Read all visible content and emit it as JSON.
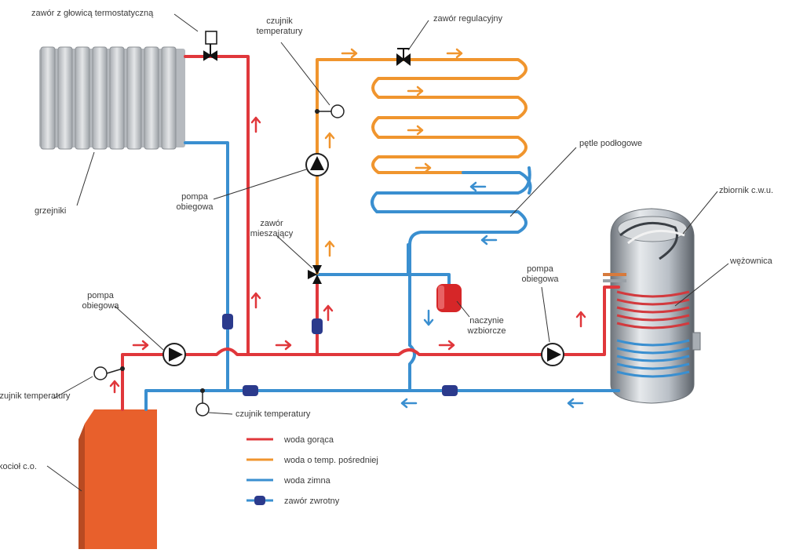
{
  "labels": {
    "thermostatic_valve": "zawór z głowicą termostatyczną",
    "temp_sensor_top_1": "czujnik",
    "temp_sensor_top_2": "temperatury",
    "control_valve": "zawór regulacyjny",
    "floor_loops": "pętle podłogowe",
    "dhw_tank": "zbiornik c.w.u.",
    "coil": "wężownica",
    "radiators": "grzejniki",
    "pump_mid_1": "pompa",
    "pump_mid_2": "obiegowa",
    "mixing_valve_1": "zawór",
    "mixing_valve_2": "mieszający",
    "pump_left_1": "pompa",
    "pump_left_2": "obiegowa",
    "pump_right_1": "pompa",
    "pump_right_2": "obiegowa",
    "expansion_1": "naczynie",
    "expansion_2": "wzbiorcze",
    "temp_sensor_left": "czujnik temperatury",
    "temp_sensor_bottom": "czujnik temperatury",
    "boiler": "kocioł c.o."
  },
  "legend": [
    {
      "label": "woda gorąca",
      "kind": "hot"
    },
    {
      "label": "woda o temp. pośredniej",
      "kind": "mid"
    },
    {
      "label": "woda zimna",
      "kind": "cold"
    },
    {
      "label": "zawór zwrotny",
      "kind": "check"
    }
  ],
  "colors": {
    "hot": "#e0373b",
    "mid": "#f0952e",
    "cold": "#3a8fd0",
    "boiler": "#e8602c",
    "check_valve": "#2b3a8c",
    "expansion": "#d62628",
    "radiator": "#c9ccd0"
  }
}
